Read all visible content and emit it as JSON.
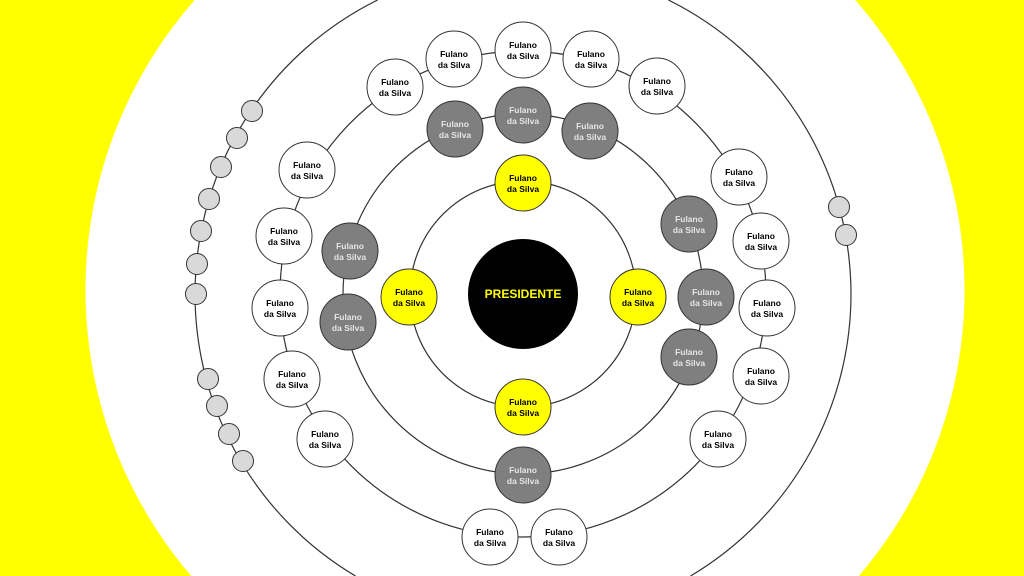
{
  "colors": {
    "background": "#ffff00",
    "canvas": "#ffffff",
    "president": "#000000",
    "president_text": "#ffff00",
    "yellow_node": "#ffff00",
    "gray_node": "#7f7f7f",
    "gray_node_text": "#e6e6e6",
    "white_node": "#ffffff",
    "small_dot": "#d9d9d9",
    "line": "#333333"
  },
  "center": {
    "label": "PRESIDENTE"
  },
  "rings": {
    "yellow": {
      "count": 4,
      "label_line1": "Fulano",
      "label_line2": "da Silva"
    },
    "gray": {
      "count": 9,
      "label_line1": "Fulano",
      "label_line2": "da Silva"
    },
    "white": {
      "count": 17,
      "label_line1": "Fulano",
      "label_line2": "da Silva"
    },
    "outer_dots": {
      "count": 13
    }
  }
}
